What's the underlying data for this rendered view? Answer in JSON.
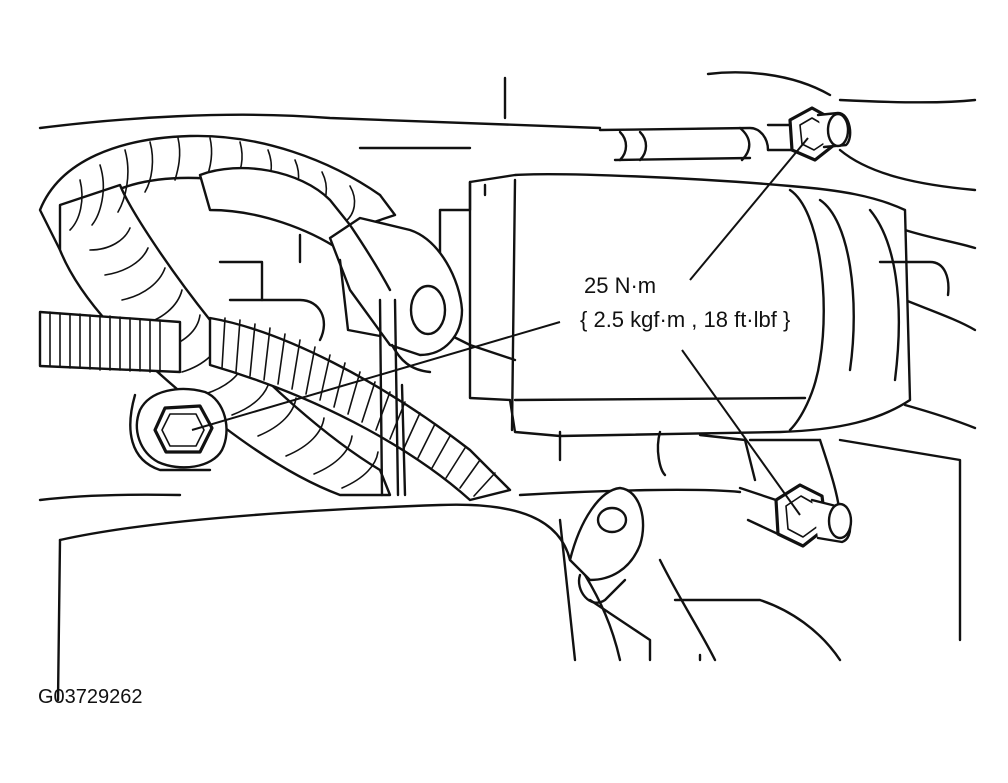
{
  "callout": {
    "torque_metric": "25 N·m",
    "torque_alt": "{ 2.5 kgf·m , 18 ft·lbf }"
  },
  "figure_code": "G03729262",
  "icons": {
    "bolt_left": "hex-bolt-icon",
    "bolt_top_right": "hex-nut-stud-icon",
    "bolt_bottom_right": "hex-nut-stud-icon"
  },
  "colors": {
    "ink": "#111111",
    "paper": "#ffffff"
  }
}
